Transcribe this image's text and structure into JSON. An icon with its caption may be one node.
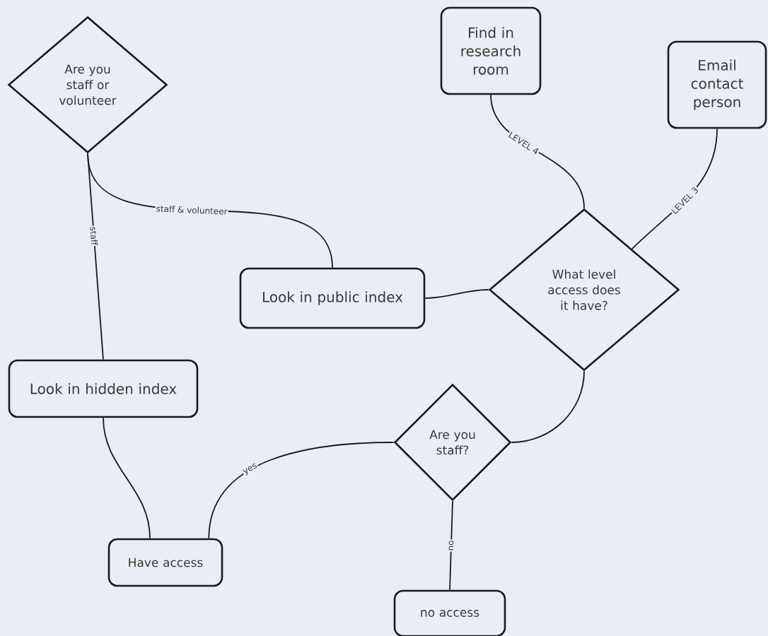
{
  "diagram": {
    "nodes": [
      {
        "text": [
          "Are you staff or volunteer"
        ]
      },
      {
        "text": [
          "Find in research room"
        ]
      },
      {
        "text": [
          "Email contact person"
        ]
      },
      {
        "text": [
          "Look in public index"
        ]
      },
      {
        "text": [
          "What level access does it have?"
        ]
      },
      {
        "text": [
          "Look in hidden index"
        ]
      },
      {
        "text": [
          "Are you staff?"
        ]
      },
      {
        "text": [
          "Have access"
        ]
      },
      {
        "text": [
          "no access"
        ]
      }
    ],
    "edges": [
      {
        "from": 0,
        "to": 5,
        "arrow": "none",
        "label": "staff"
      },
      {
        "from": 0,
        "to": 3,
        "arrow": "none",
        "label": "staff & volunteer"
      },
      {
        "from": 3,
        "to": 4,
        "arrow": "none"
      },
      {
        "from": 4,
        "to": 1,
        "arrow": "none",
        "label": "LEVEL 4"
      },
      {
        "from": 4,
        "to": 2,
        "arrow": "none",
        "label": "LEVEL 3"
      },
      {
        "from": 4,
        "to": 6,
        "arrow": "none"
      },
      {
        "from": 5,
        "to": 7,
        "arrow": "none"
      },
      {
        "from": 6,
        "to": 7,
        "arrow": "none",
        "label": "yes"
      },
      {
        "from": 6,
        "to": 8,
        "arrow": "none",
        "label": "no"
      }
    ]
  }
}
